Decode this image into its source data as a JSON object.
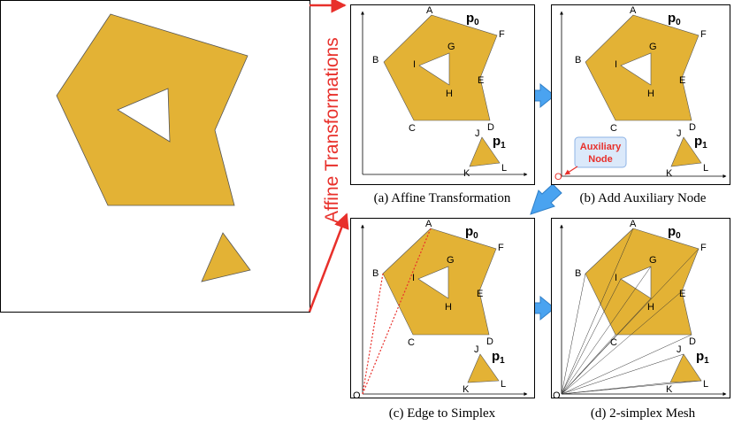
{
  "side_label": "Affine Transformations",
  "polygons": [
    {
      "name": "p",
      "sub": "0"
    },
    {
      "name": "p",
      "sub": "1"
    }
  ],
  "vertex_labels": {
    "A": "A",
    "B": "B",
    "C": "C",
    "D": "D",
    "E": "E",
    "F": "F",
    "G": "G",
    "H": "H",
    "I": "I",
    "J": "J",
    "K": "K",
    "L": "L"
  },
  "origin_label": "O",
  "auxiliary_node": {
    "line1": "Auxiliary",
    "line2": "Node"
  },
  "panels": [
    {
      "caption": "(a) Affine Transformation"
    },
    {
      "caption": "(b) Add Auxiliary Node"
    },
    {
      "caption": "(c) Edge to Simplex"
    },
    {
      "caption": "(d) 2-simplex Mesh"
    }
  ],
  "colors": {
    "fill": "#e3b235",
    "accent": "#e8302b",
    "arrow": "#4aa3f0",
    "aux_bg": "#dbe9fa"
  }
}
